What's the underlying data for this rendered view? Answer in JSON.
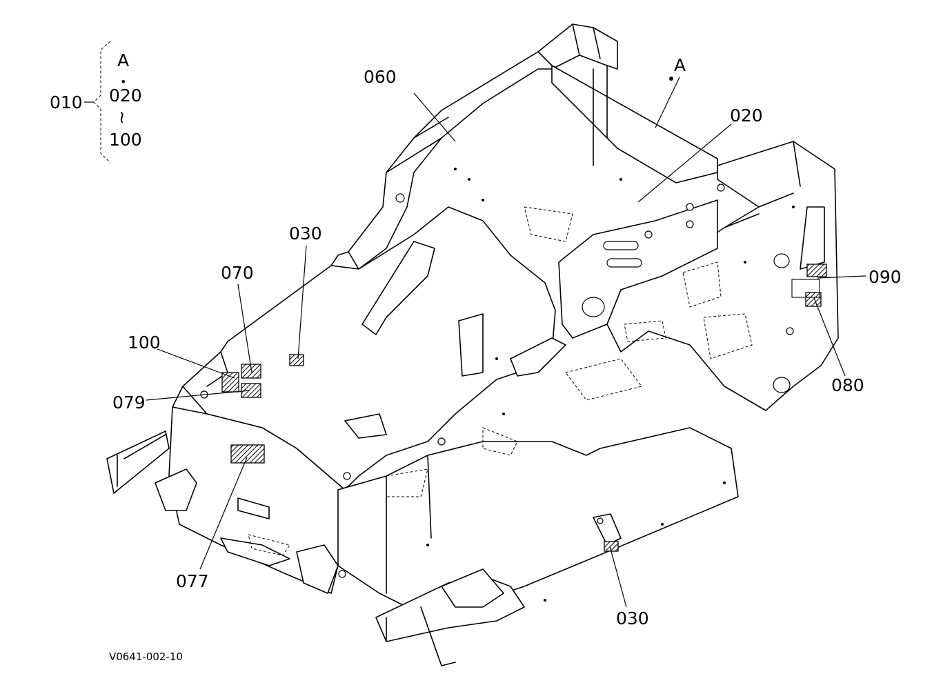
{
  "group": {
    "main": "010",
    "ref_letter": "A",
    "bullet": "•",
    "range_start": "020",
    "range_sep": "≀",
    "range_end": "100"
  },
  "callouts": {
    "c060": "060",
    "cA": "A",
    "c020": "020",
    "c030_top": "030",
    "c070": "070",
    "c100": "100",
    "c079": "079",
    "c090": "090",
    "c080": "080",
    "c077": "077",
    "c030_bottom": "030"
  },
  "drawing_code": "V0641-002-10"
}
